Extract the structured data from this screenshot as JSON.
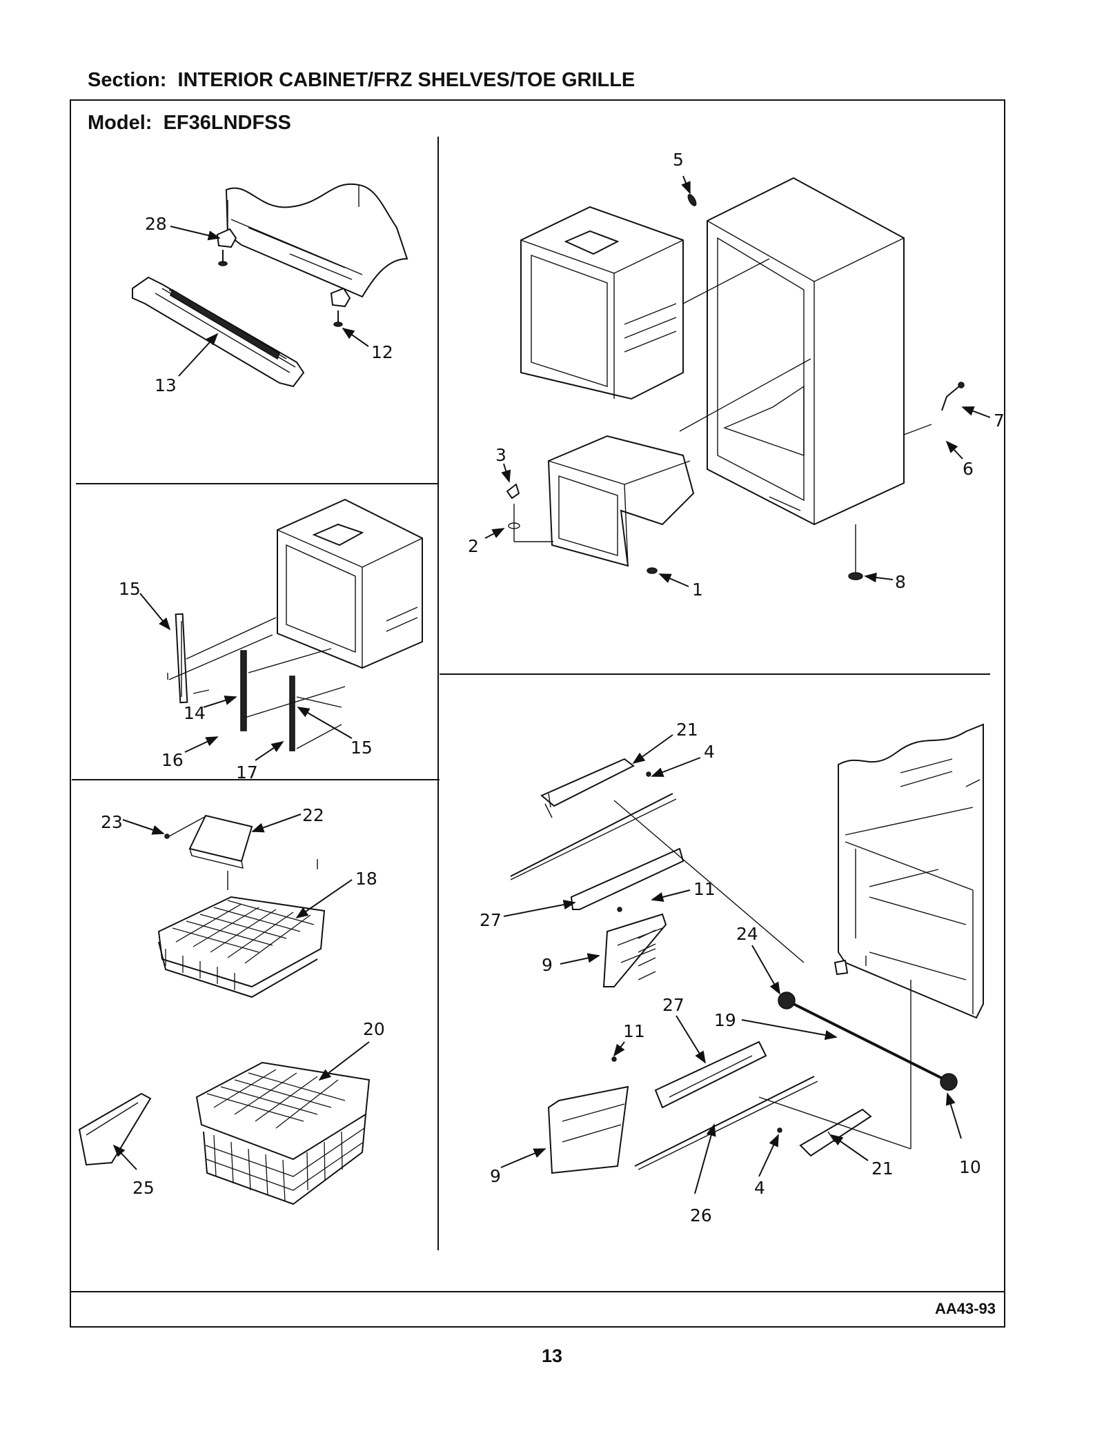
{
  "section": {
    "label": "Section:",
    "value": "INTERIOR CABINET/FRZ SHELVES/TOE GRILLE"
  },
  "model": {
    "label": "Model:",
    "value": "EF36LNDFSS"
  },
  "drawing_code": "AA43-93",
  "page_number": "13",
  "callouts": [
    {
      "id": "c28",
      "text": "28"
    },
    {
      "id": "c12",
      "text": "12"
    },
    {
      "id": "c13",
      "text": "13"
    },
    {
      "id": "c5",
      "text": "5"
    },
    {
      "id": "c7",
      "text": "7"
    },
    {
      "id": "c6",
      "text": "6"
    },
    {
      "id": "c3",
      "text": "3"
    },
    {
      "id": "c2",
      "text": "2"
    },
    {
      "id": "c1",
      "text": "1"
    },
    {
      "id": "c8",
      "text": "8"
    },
    {
      "id": "c15a",
      "text": "15"
    },
    {
      "id": "c14",
      "text": "14"
    },
    {
      "id": "c16",
      "text": "16"
    },
    {
      "id": "c17",
      "text": "17"
    },
    {
      "id": "c15b",
      "text": "15"
    },
    {
      "id": "c23",
      "text": "23"
    },
    {
      "id": "c22",
      "text": "22"
    },
    {
      "id": "c18",
      "text": "18"
    },
    {
      "id": "c20",
      "text": "20"
    },
    {
      "id": "c25",
      "text": "25"
    },
    {
      "id": "c21a",
      "text": "21"
    },
    {
      "id": "c4a",
      "text": "4"
    },
    {
      "id": "c11a",
      "text": "11"
    },
    {
      "id": "c27a",
      "text": "27"
    },
    {
      "id": "c24",
      "text": "24"
    },
    {
      "id": "c9a",
      "text": "9"
    },
    {
      "id": "c27b",
      "text": "27"
    },
    {
      "id": "c19",
      "text": "19"
    },
    {
      "id": "c11b",
      "text": "11"
    },
    {
      "id": "c9b",
      "text": "9"
    },
    {
      "id": "c26",
      "text": "26"
    },
    {
      "id": "c4b",
      "text": "4"
    },
    {
      "id": "c21b",
      "text": "21"
    },
    {
      "id": "c10",
      "text": "10"
    }
  ]
}
